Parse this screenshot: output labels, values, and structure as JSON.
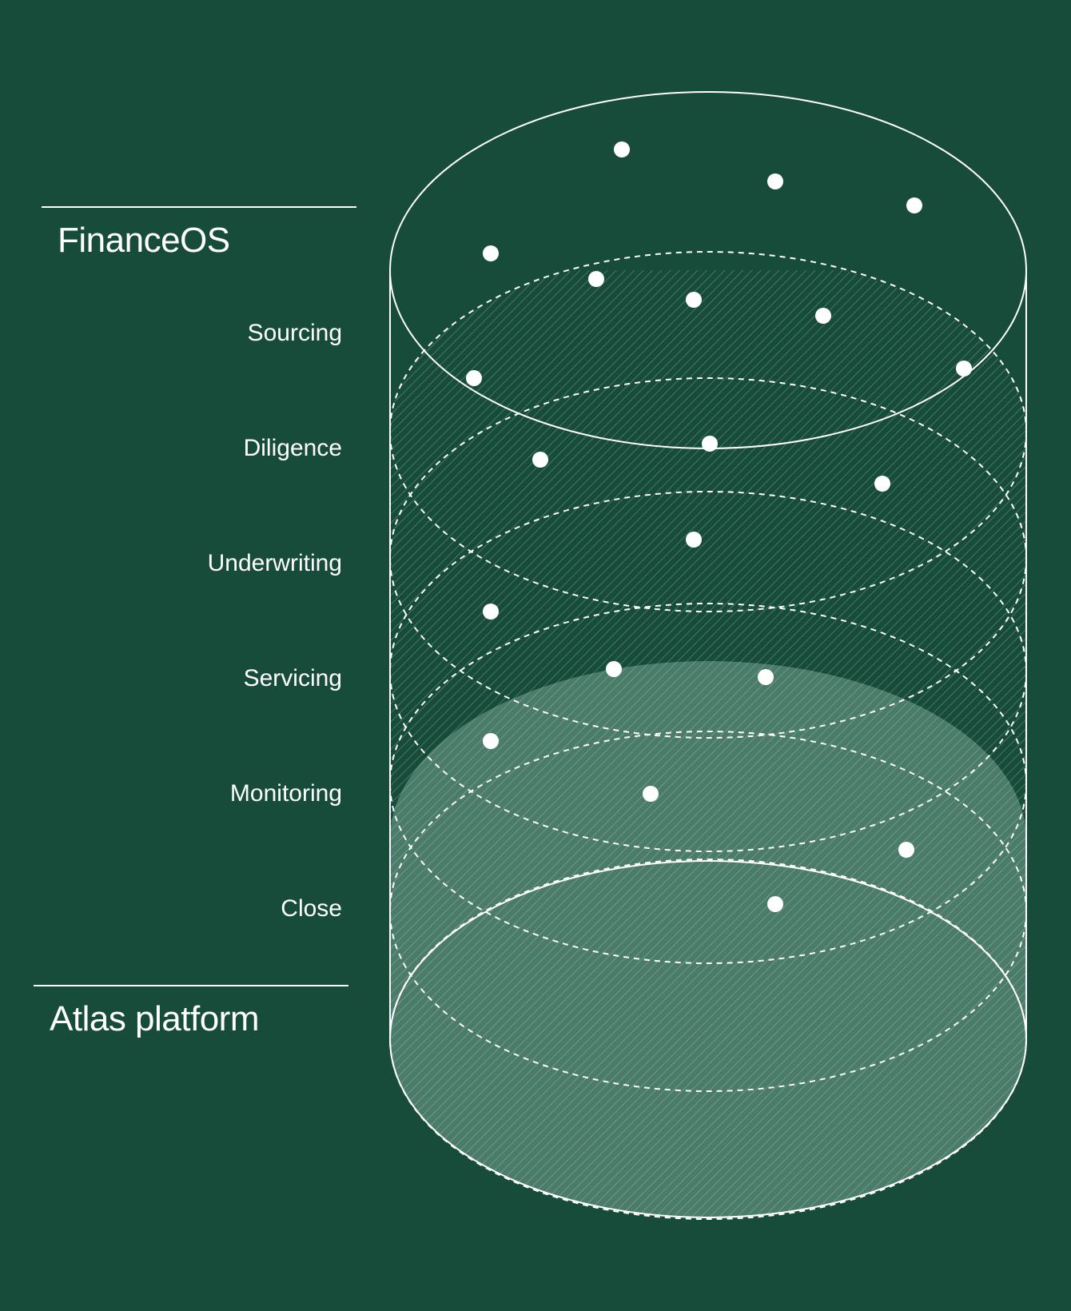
{
  "platform": {
    "top_title": "FinanceOS",
    "bottom_title": "Atlas platform"
  },
  "stages": [
    {
      "label": "Sourcing"
    },
    {
      "label": "Diligence"
    },
    {
      "label": "Underwriting"
    },
    {
      "label": "Servicing"
    },
    {
      "label": "Monitoring"
    },
    {
      "label": "Close"
    }
  ],
  "colors": {
    "background": "#174c3b",
    "line": "#ffffff",
    "hatch": "#cfe3da",
    "base_fill": "#5e8c7b"
  }
}
